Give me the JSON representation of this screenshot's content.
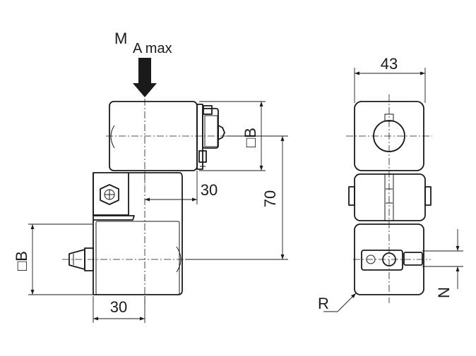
{
  "labels": {
    "moment_main": "M",
    "moment_sub": "A max",
    "top_square": "□B",
    "left_square": "□B",
    "dim_horizontal_mid": "30",
    "dim_vertical_70": "70",
    "dim_bottom_30": "30",
    "dim_width_43": "43",
    "radius": "R",
    "n_dim": "N"
  },
  "colors": {
    "line": "#1a1a1a",
    "background": "#ffffff"
  }
}
